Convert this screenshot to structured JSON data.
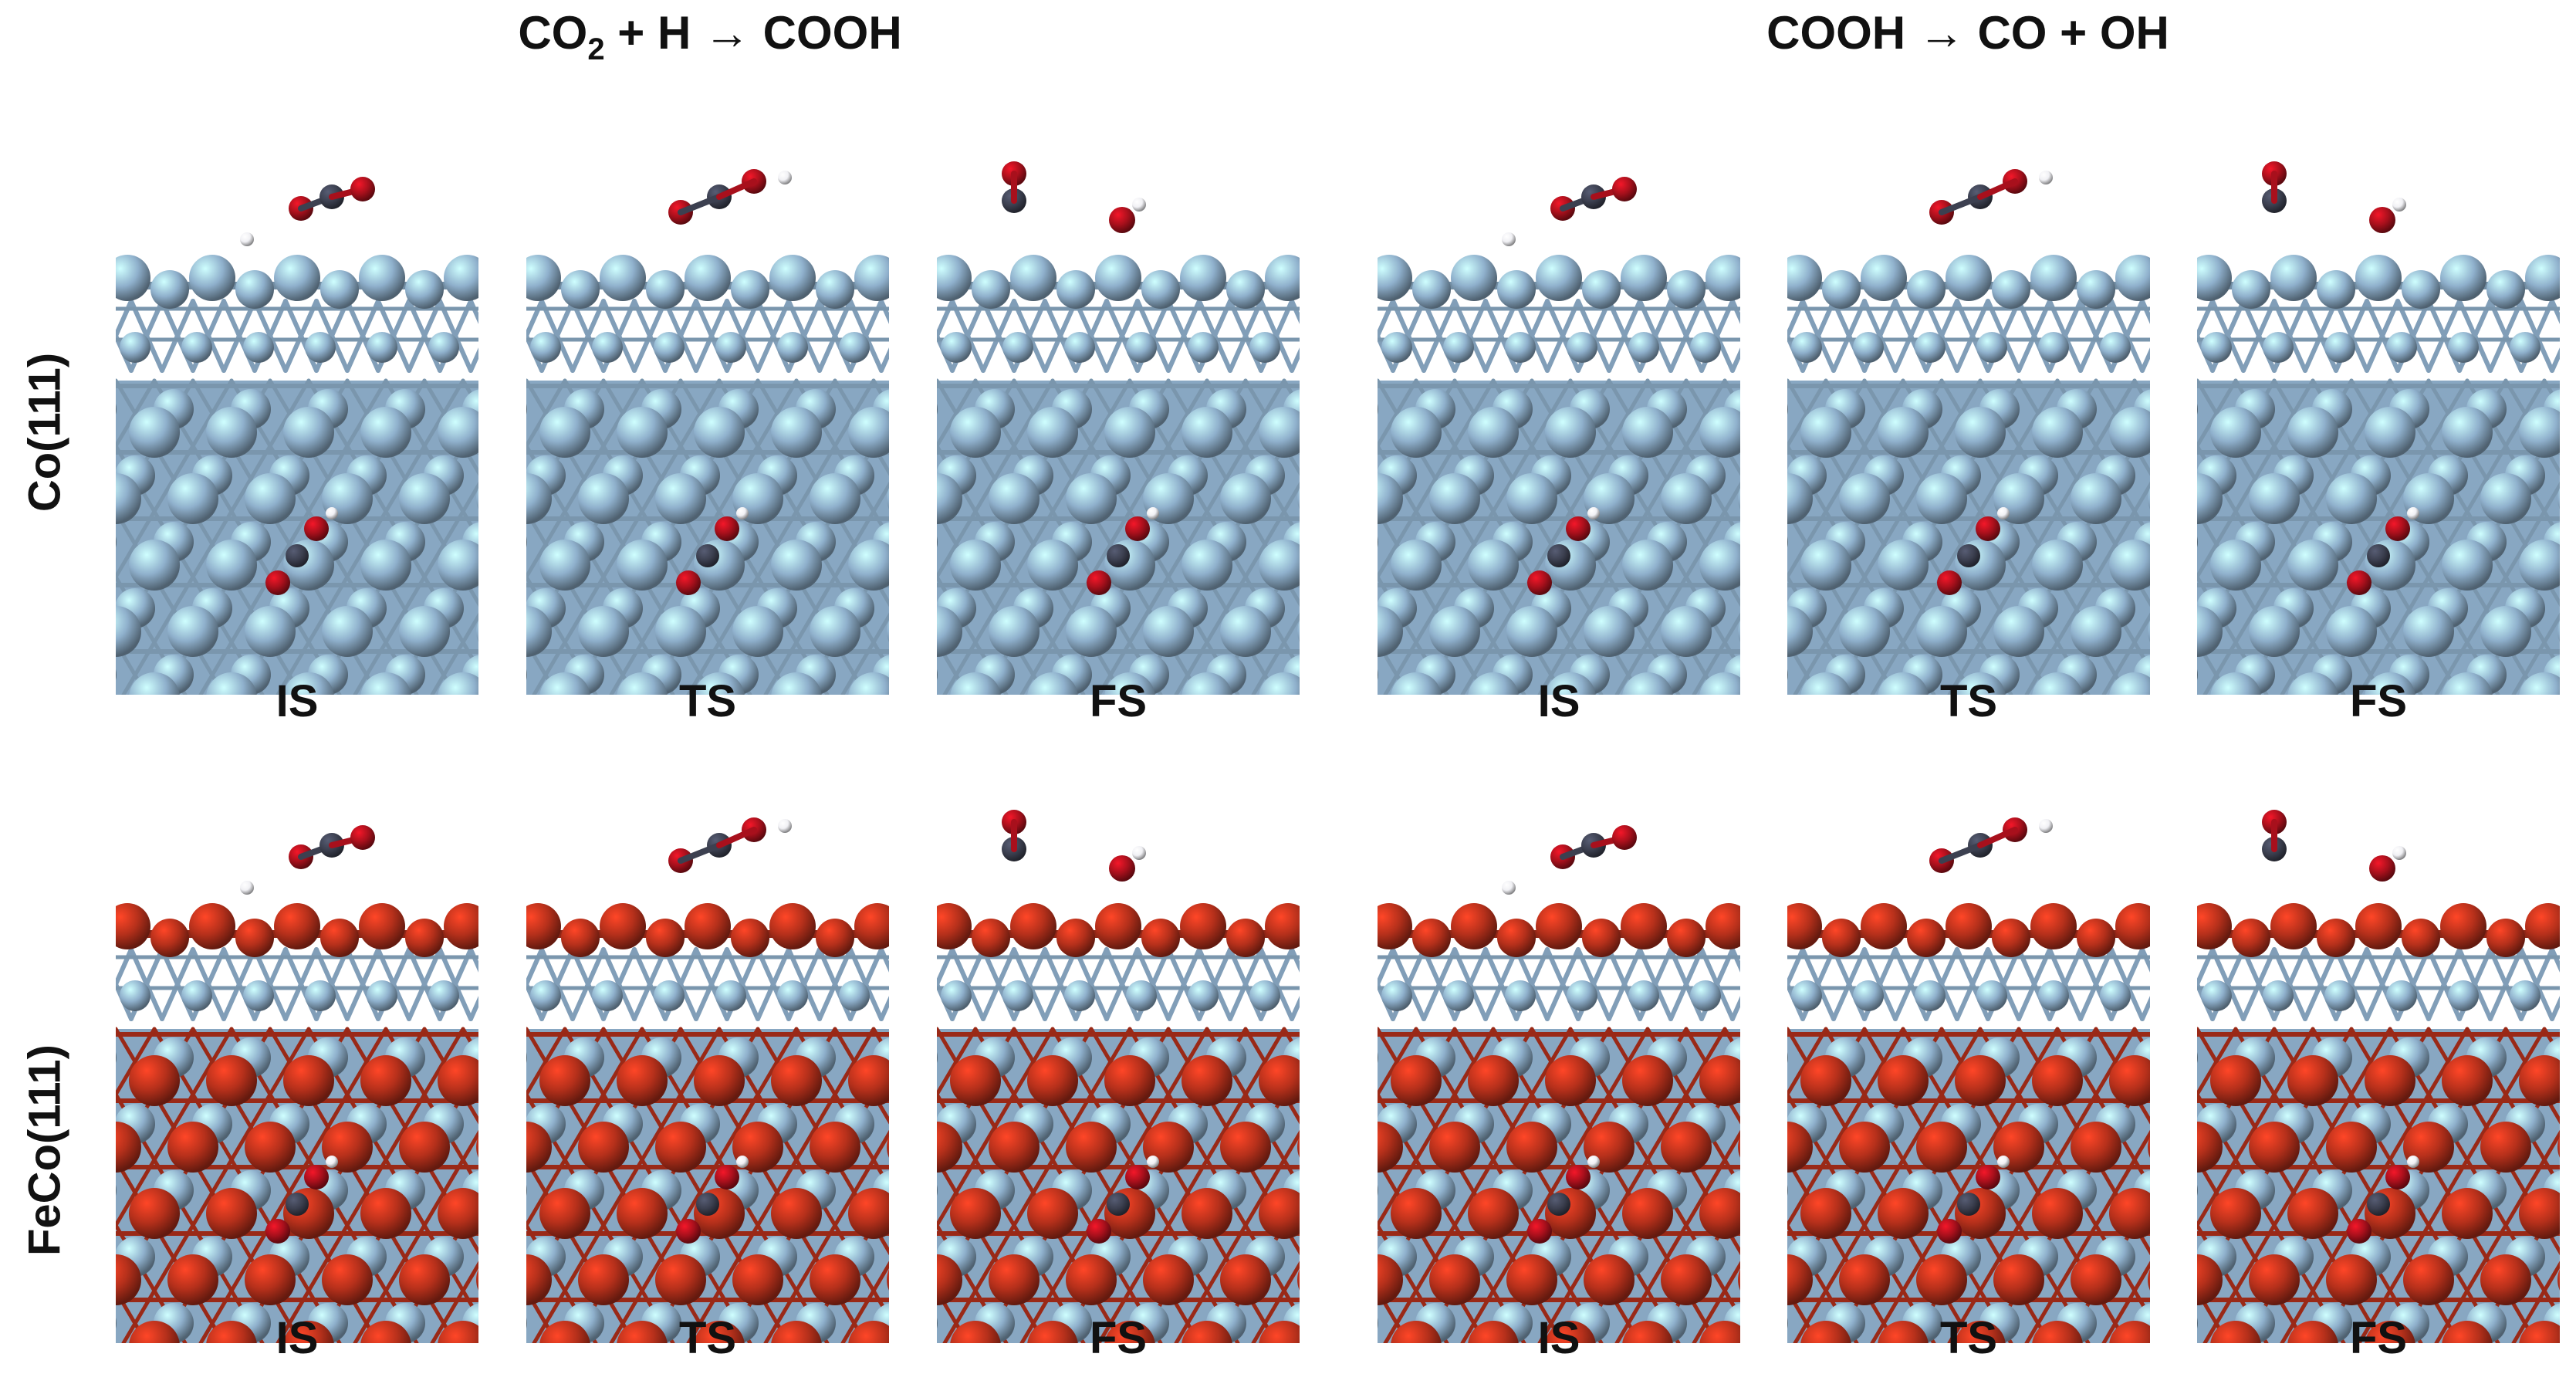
{
  "reactions": [
    {
      "reactants": "CO",
      "subscript": "2",
      "rest": " + H → COOH"
    },
    {
      "full": "COOH → CO + OH"
    }
  ],
  "rows": [
    {
      "label": "Co(111)",
      "top_metal": "Co"
    },
    {
      "label": "FeCo(111)",
      "top_metal": "Fe"
    }
  ],
  "state_labels": [
    "IS",
    "TS",
    "FS",
    "IS",
    "TS",
    "FS"
  ],
  "colors": {
    "cobalt": "#8fb0cc",
    "iron": "#b5301b",
    "oxygen": "#a8101c",
    "carbon": "#3c4050",
    "hydrogen": "#f0f0f4",
    "background": "#ffffff"
  }
}
